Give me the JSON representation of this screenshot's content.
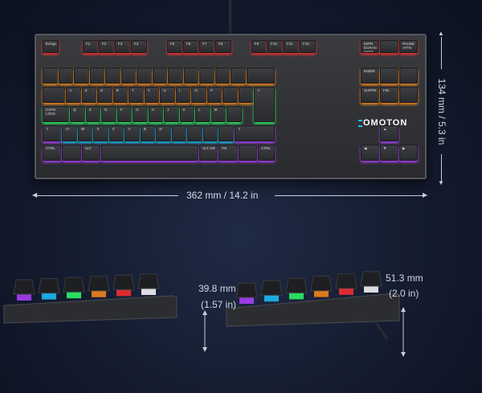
{
  "brand": "OMOTON",
  "dimensions": {
    "width_label": "362 mm / 14.2 in",
    "depth_label": "134 mm / 5.3 in",
    "height_flat_mm": "39.8 mm",
    "height_flat_in": "(1.57 in)",
    "height_raised_mm": "51.3 mm",
    "height_raised_in": "(2.0 in)"
  },
  "key_labels": {
    "esc": "Échap",
    "f1": "F1",
    "f2": "F2",
    "f3": "F3",
    "f4": "F4",
    "f5": "F5",
    "f6": "F6",
    "f7": "F7",
    "f8": "F8",
    "f9": "F9",
    "f10": "F10",
    "f11": "F11",
    "f12": "F12",
    "prtsc": "IMPR\nÉCRAN\nSYST",
    "pause": "PAUSE\nATTN",
    "insert": "INSER",
    "delete": "SUPPR",
    "end": "FIN",
    "caps": "CAPS\nLOCK",
    "ctrl": "CTRL",
    "alt": "ALT",
    "altgr": "ALT GR",
    "fn": "FN",
    "row2": [
      "A",
      "Z",
      "E",
      "R",
      "T",
      "Y",
      "U",
      "I",
      "O",
      "P"
    ],
    "row3": [
      "Q",
      "S",
      "D",
      "F",
      "G",
      "H",
      "J",
      "K",
      "L",
      "M"
    ],
    "row4": [
      "<>",
      "W",
      "X",
      "C",
      "V",
      "B",
      "N"
    ]
  },
  "colors": {
    "orange": "#ff8a1a",
    "green": "#2bff6a",
    "cyan": "#1fc2ff",
    "purple": "#b040ff",
    "red": "#ff3030",
    "background": "#141b2e"
  }
}
